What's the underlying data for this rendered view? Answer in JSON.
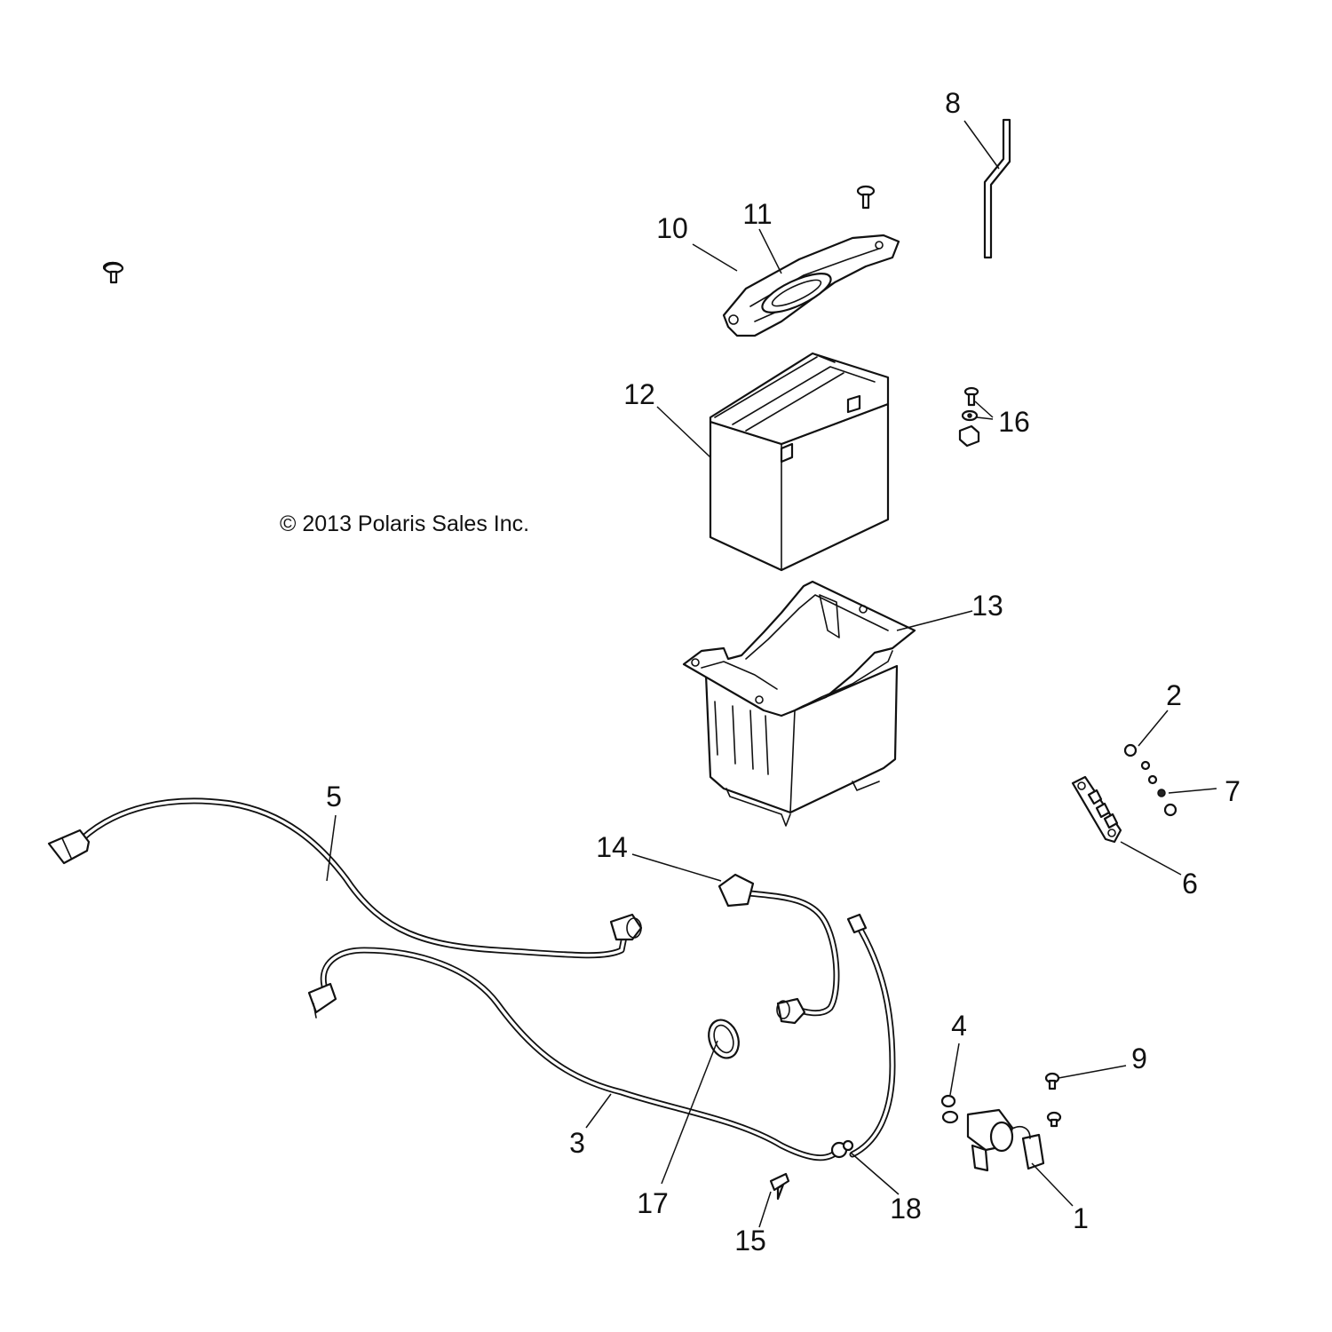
{
  "copyright": "© 2013 Polaris Sales Inc.",
  "callouts": {
    "c1": "1",
    "c2": "2",
    "c3": "3",
    "c4": "4",
    "c5": "5",
    "c6": "6",
    "c7": "7",
    "c8": "8",
    "c9": "9",
    "c10": "10",
    "c11": "11",
    "c12": "12",
    "c13": "13",
    "c14": "14",
    "c15": "15",
    "c16": "16",
    "c17": "17",
    "c18": "18"
  },
  "colors": {
    "line": "#111111",
    "background": "#ffffff"
  }
}
